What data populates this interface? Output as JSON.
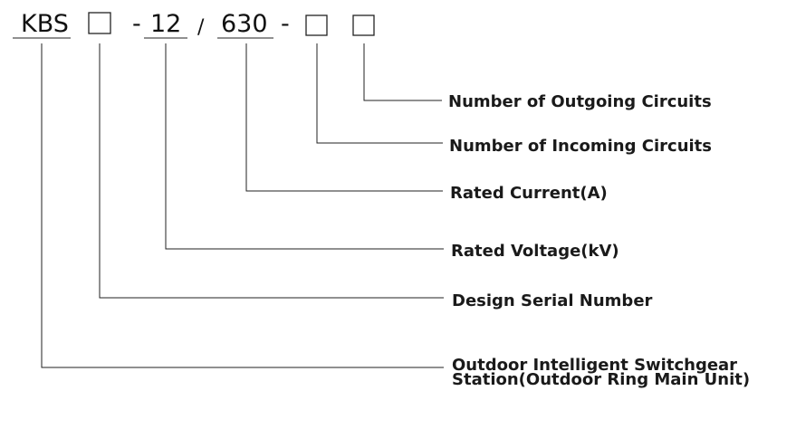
{
  "code": {
    "prefix": "KBS",
    "voltage": "12",
    "slash": "/",
    "current": "630",
    "dash": "-"
  },
  "labels": {
    "outgoing": "Number of Outgoing Circuits",
    "incoming": "Number of Incoming Circuits",
    "rated_current": "Rated Current(A)",
    "rated_voltage": "Rated Voltage(kV)",
    "design_serial": "Design Serial Number",
    "station_line1": "Outdoor Intelligent Switchgear",
    "station_line2": "Station(Outdoor Ring Main Unit)"
  },
  "colors": {
    "ink": "#111111",
    "background": "#ffffff"
  }
}
